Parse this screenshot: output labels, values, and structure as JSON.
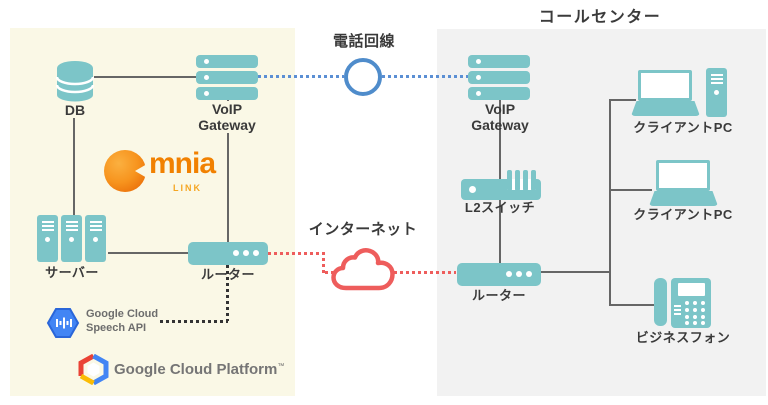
{
  "call_center": {
    "title": "コールセンター",
    "voip_gateway_line1": "VoIP",
    "voip_gateway_line2": "Gateway",
    "l2_switch_label": "L2スイッチ",
    "router_label": "ルーター",
    "client_pc1_label": "クライアントPC",
    "client_pc2_label": "クライアントPC",
    "business_phone_label": "ビジネスフォン"
  },
  "left_site": {
    "db_label": "DB",
    "voip_gateway_line1": "VoIP",
    "voip_gateway_line2": "Gateway",
    "servers_label": "サーバー",
    "router_label": "ルーター",
    "omnia_logo": {
      "text": "mnia",
      "sub": "LINK"
    },
    "speech_api": {
      "line1": "Google Cloud",
      "line2": "Speech API"
    },
    "gcp": {
      "text": "Google Cloud Platform",
      "tm": "™"
    }
  },
  "connectors": {
    "phone_line_label": "電話回線",
    "internet_label": "インターネット"
  },
  "colors": {
    "teal": "#7CC5C8",
    "panel_cream": "#FAF8E6",
    "panel_gray": "#F2F2F2",
    "line_gray": "#666666",
    "dotted_blue": "#5B8FD4",
    "dotted_red": "#EE5D5C",
    "dotted_black": "#333333",
    "phone_circle_blue": "#4F8CCB",
    "cloud_red": "#EE5D5C",
    "omnia_orange": "#F18101",
    "google_text_gray": "#6D6D6D",
    "speech_hex_blue": "#4285F4",
    "gcp_red": "#EA4335",
    "gcp_yellow": "#FBBC05",
    "gcp_blue": "#4285F4",
    "text_dark": "#3A3A3A"
  }
}
